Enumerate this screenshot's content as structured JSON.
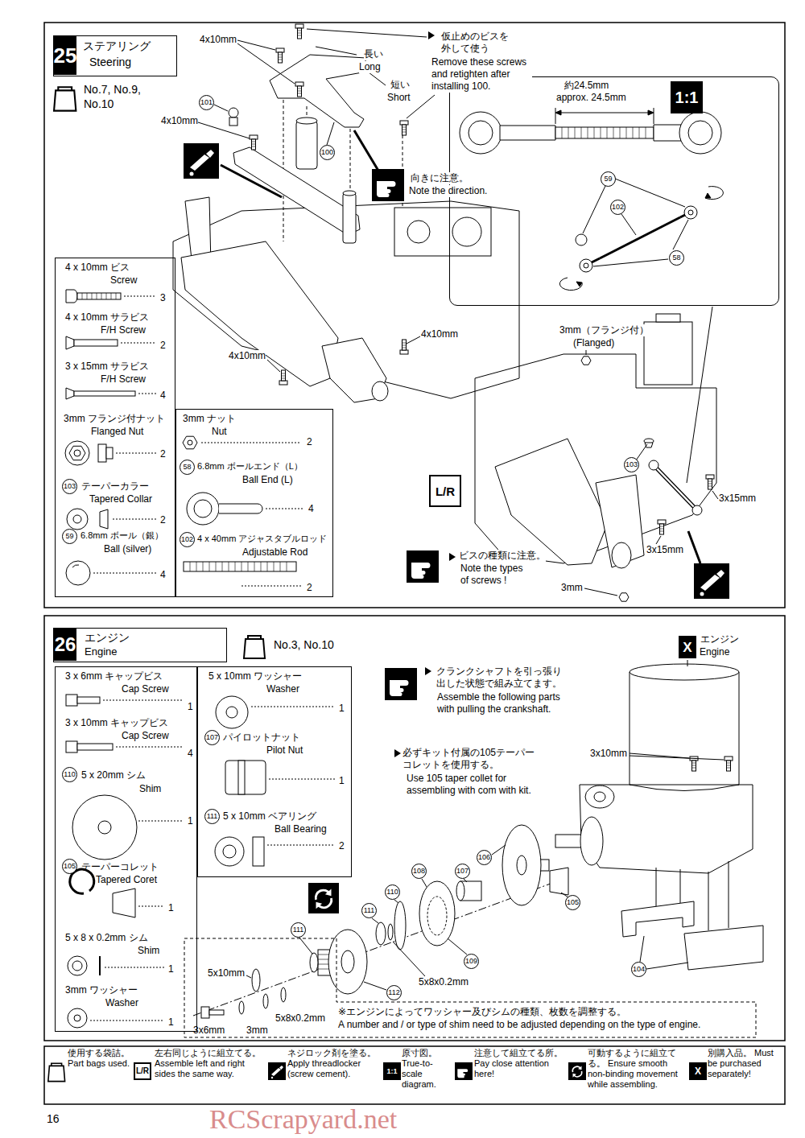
{
  "diagram": {
    "nodes": [
      {
        "text": [
          "25",
          "ステアリング",
          "Steering"
        ]
      },
      {
        "text": [
          "No.7, No.9, No.10"
        ]
      },
      {
        "text": [
          "4 x 10mm ビス",
          "Screw",
          "3",
          "4 x 10mm サラビス",
          "F/H Screw",
          "2",
          "3 x 15mm サラビス",
          "F/H Screw",
          "4",
          "3mm フランジ付ナット",
          "Flanged Nut",
          "2",
          "103",
          "テーパーカラー",
          "Tapered Collar",
          "2",
          "59",
          "6.8mm ボール（銀）",
          "Ball (silver)",
          "4"
        ]
      },
      {
        "text": [
          "3mm ナット",
          "Nut",
          "2",
          "58",
          "6.8mm ボールエンド（L）",
          "Ball End (L)",
          "4",
          "102",
          "4 x 40mm アジャスタブルロッド",
          "Adjustable Rod",
          "2"
        ]
      },
      {
        "text": [
          "約24.5mm",
          "approx. 24.5mm",
          "1:1",
          "59",
          "102",
          "58"
        ]
      },
      {
        "text": [
          "26",
          "エンジン",
          "Engine"
        ]
      },
      {
        "text": [
          "No.3, No.10"
        ]
      },
      {
        "text": [
          "3 x 6mm キャップビス",
          "Cap Screw",
          "1",
          "3 x 10mm キャップビス",
          "Cap Screw",
          "4",
          "110",
          "5 x 20mm シム",
          "Shim",
          "1",
          "105",
          "テーパーコレット",
          "Tapered Coret",
          "1",
          "5 x 8 x 0.2mm シム",
          "Shim",
          "1",
          "3mm ワッシャー",
          "Washer",
          "1"
        ]
      },
      {
        "text": [
          "5 x 10mm ワッシャー",
          "Washer",
          "1",
          "107",
          "パイロットナット",
          "Pilot Nut",
          "1",
          "111",
          "5 x 10mm ベアリング",
          "Ball Bearing",
          "2"
        ]
      },
      {
        "text": [
          "5x10mm",
          "3x6mm",
          "3mm",
          "5x8x0.2mm",
          "※エンジンによってワッシャー及びシムの種類、枚数を調整する。",
          "A number and / or type of shim need to be adjusted depending on the type of engine."
        ]
      }
    ],
    "labels": [
      "仮止めのビスを外して使う",
      "Remove these screws and retighten after installing 100.",
      "4x10mm",
      "長い",
      "Long",
      "短い",
      "Short",
      "101",
      "4x10mm",
      "100",
      "向きに注意。",
      "Note the direction.",
      "4x10mm",
      "4x10mm",
      "3mm（フランジ付）",
      "(Flanged)",
      "103",
      "L/R",
      "3x15mm",
      "3x15mm",
      "ビスの種類に注意。",
      "Note the types of screws !",
      "3mm",
      "クランクシャフトを引っ張り出した状態で組み立てます。",
      "Assemble the following parts with pulling the crankshaft.",
      "X",
      "エンジン",
      "Engine",
      "必ずキット付属の105テーパーコレットを使用する。",
      "Use 105 taper collet for assembling with com with kit.",
      "3x10mm",
      "106",
      "108",
      "107",
      "110",
      "111",
      "111",
      "109",
      "112",
      "105",
      "104",
      "5x8x0.2mm",
      "L/R",
      "1:1",
      "X",
      "16",
      "RCScrapyard.net"
    ],
    "legend": [
      {
        "text": "使用する袋詰。 Part bags used."
      },
      {
        "text": "左右同じように組立てる。 Assemble left and right sides the same way."
      },
      {
        "text": "ネジロック剤を塗る。 Apply threadlocker (screw cement)."
      },
      {
        "text": "原寸図。 True-to-scale diagram."
      },
      {
        "text": "注意して組立てる所。 Pay close attention here!"
      },
      {
        "text": "可動するように組立てる。 Ensure smooth non-binding movement while assembling."
      },
      {
        "text": "別購入品。 Must be purchased separately!"
      }
    ]
  }
}
